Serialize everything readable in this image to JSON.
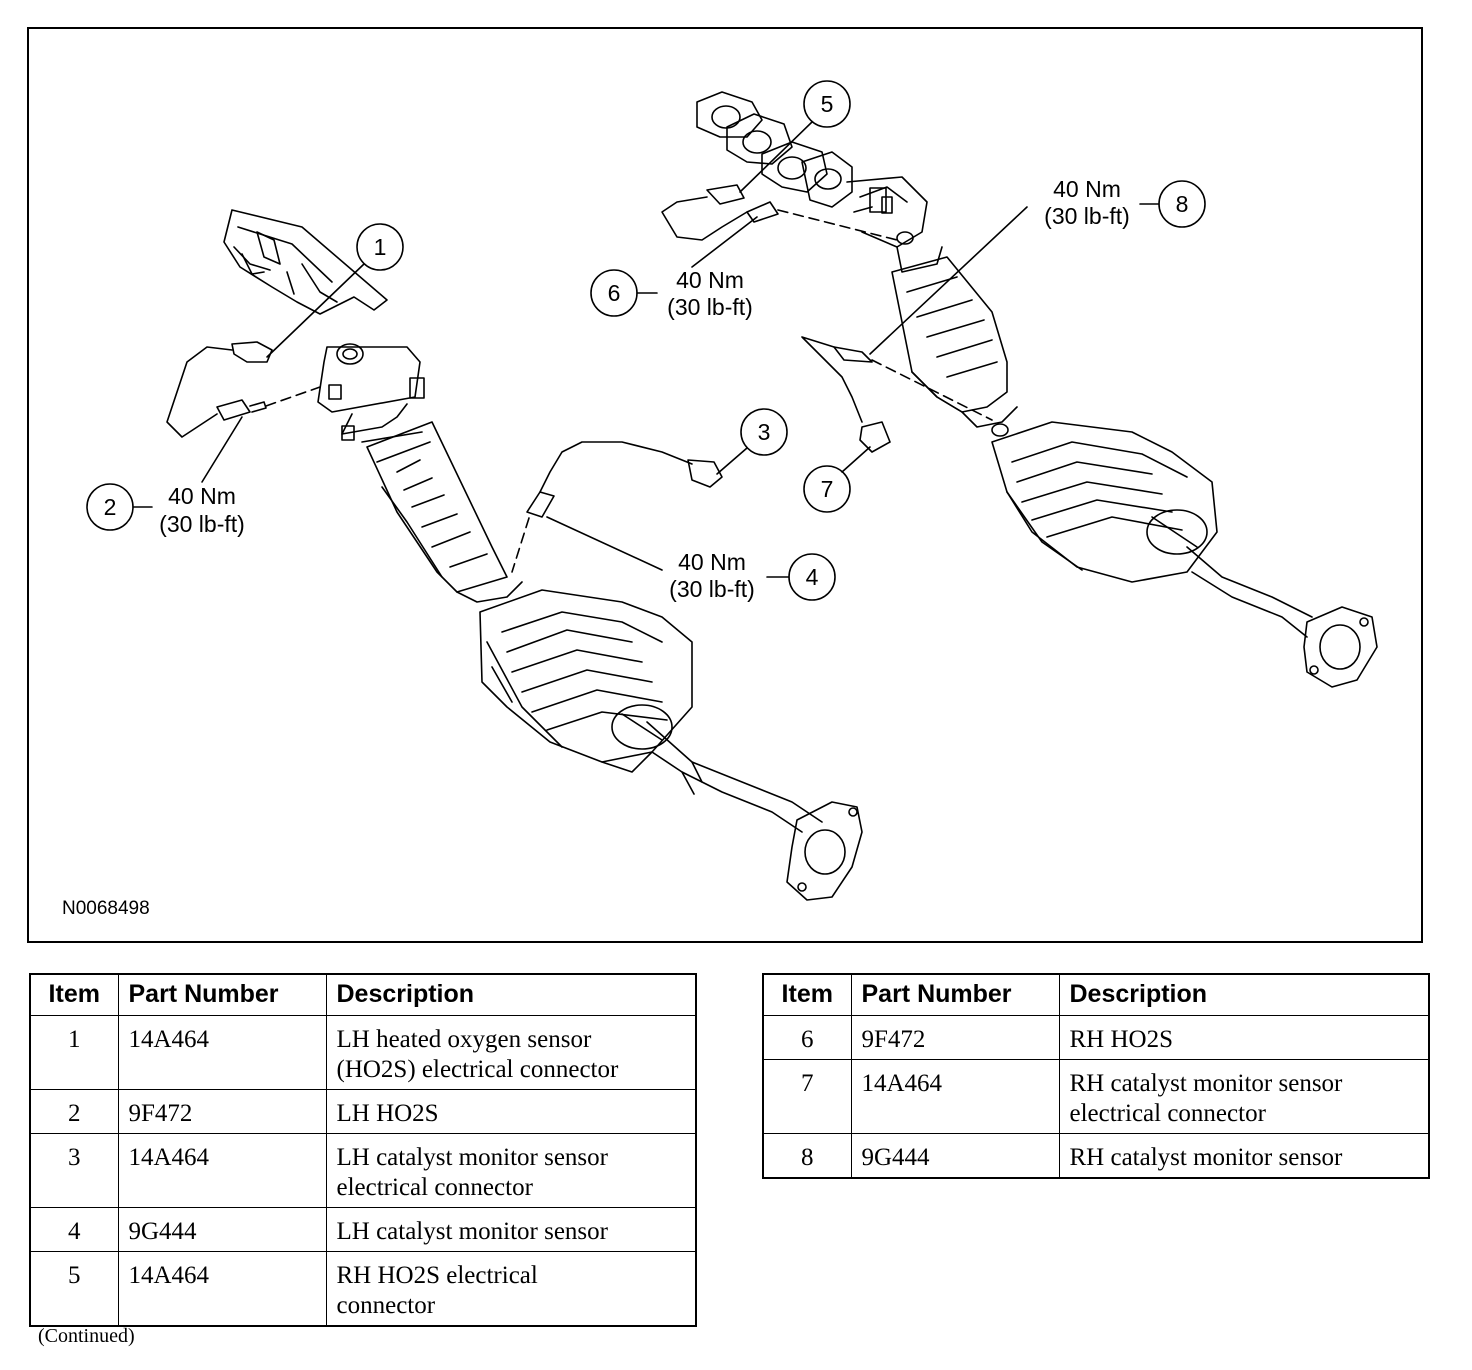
{
  "figure": {
    "id": "N0068498",
    "callouts": [
      {
        "num": "1"
      },
      {
        "num": "2"
      },
      {
        "num": "3"
      },
      {
        "num": "4"
      },
      {
        "num": "5"
      },
      {
        "num": "6"
      },
      {
        "num": "7"
      },
      {
        "num": "8"
      }
    ],
    "torque_nm": "40 Nm",
    "torque_lbft": "(30 lb-ft)"
  },
  "table_left": {
    "headers": [
      "Item",
      "Part Number",
      "Description"
    ],
    "rows": [
      {
        "item": "1",
        "part": "14A464",
        "desc1": "LH heated oxygen sensor",
        "desc2": "(HO2S) electrical connector"
      },
      {
        "item": "2",
        "part": "9F472",
        "desc1": "LH HO2S",
        "desc2": ""
      },
      {
        "item": "3",
        "part": "14A464",
        "desc1": "LH catalyst monitor sensor",
        "desc2": "electrical connector"
      },
      {
        "item": "4",
        "part": "9G444",
        "desc1": "LH catalyst monitor sensor",
        "desc2": ""
      },
      {
        "item": "5",
        "part": "14A464",
        "desc1": "RH HO2S electrical",
        "desc2": "connector"
      }
    ]
  },
  "table_right": {
    "headers": [
      "Item",
      "Part Number",
      "Description"
    ],
    "rows": [
      {
        "item": "6",
        "part": "9F472",
        "desc1": "RH HO2S",
        "desc2": ""
      },
      {
        "item": "7",
        "part": "14A464",
        "desc1": "RH catalyst monitor sensor",
        "desc2": "electrical connector"
      },
      {
        "item": "8",
        "part": "9G444",
        "desc1": "RH catalyst monitor sensor",
        "desc2": ""
      }
    ]
  },
  "footer": {
    "continued": "(Continued)"
  }
}
